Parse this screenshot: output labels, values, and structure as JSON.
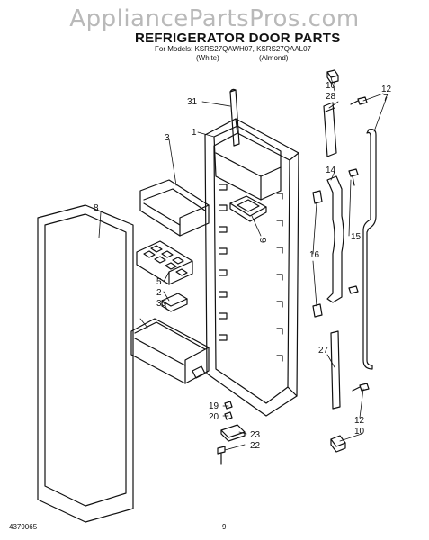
{
  "watermark": "AppliancePartsPros.com",
  "title": "REFRIGERATOR DOOR PARTS",
  "models_line": "For Models: KSRS27QAWH07, KSRS27QAAL07",
  "variants": {
    "white": "(White)",
    "almond": "(Almond)"
  },
  "document_number": "4379065",
  "page_number": "9",
  "part_callouts": {
    "p1": "1",
    "p2": "2",
    "p3": "3",
    "p5": "5",
    "p6": "6",
    "p7": "7",
    "p8": "8",
    "p10a": "10",
    "p10b": "10",
    "p12a": "12",
    "p12b": "12",
    "p14": "14",
    "p15": "15",
    "p16": "16",
    "p19": "19",
    "p20": "20",
    "p22": "22",
    "p23": "23",
    "p27": "27",
    "p28": "28",
    "p31": "31",
    "p35": "35"
  }
}
